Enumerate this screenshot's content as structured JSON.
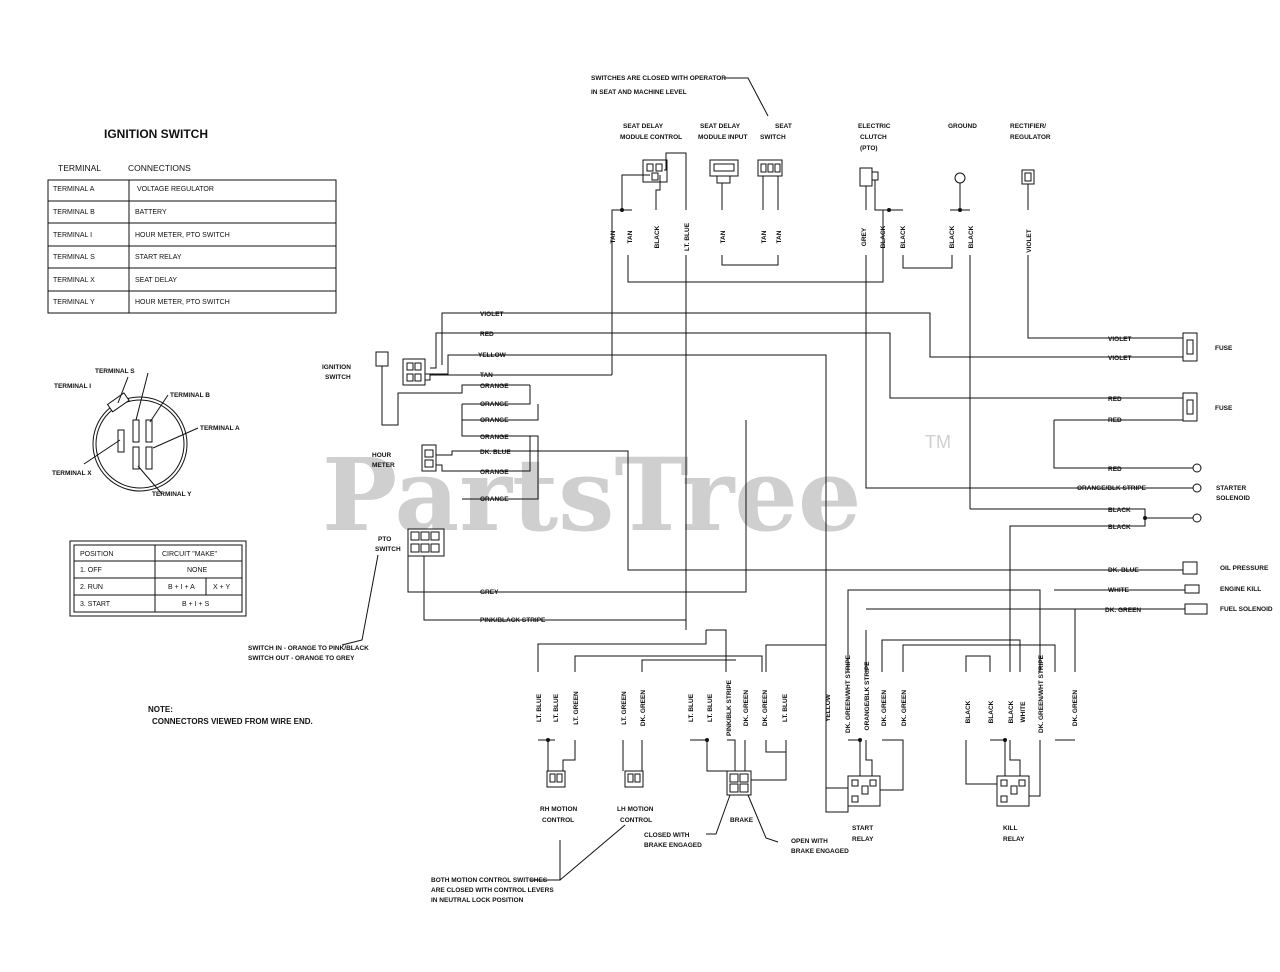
{
  "watermark": {
    "text": "PartsTree",
    "tm": "TM"
  },
  "ignition_table": {
    "title": "IGNITION SWITCH",
    "col_terminal": "TERMINAL",
    "col_connections": "CONNECTIONS",
    "rows": [
      {
        "terminal": "TERMINAL  A",
        "connection": "VOLTAGE REGULATOR"
      },
      {
        "terminal": "TERMINAL  B",
        "connection": "BATTERY"
      },
      {
        "terminal": "TERMINAL  I",
        "connection": "HOUR METER, PTO SWITCH"
      },
      {
        "terminal": "TERMINAL  S",
        "connection": "START RELAY"
      },
      {
        "terminal": "TERMINAL  X",
        "connection": "SEAT DELAY"
      },
      {
        "terminal": "TERMINAL  Y",
        "connection": "HOUR METER, PTO SWITCH"
      }
    ]
  },
  "switch_face": {
    "terminal_s": "TERMINAL S",
    "terminal_i": "TERMINAL I",
    "terminal_b": "TERMINAL B",
    "terminal_a": "TERMINAL A",
    "terminal_x": "TERMINAL X",
    "terminal_y": "TERMINAL Y"
  },
  "position_table": {
    "col_position": "POSITION",
    "col_circuit": "CIRCUIT \"MAKE\"",
    "rows": [
      {
        "position": "1. OFF",
        "make1": "NONE",
        "make2": ""
      },
      {
        "position": "2. RUN",
        "make1": "B + I + A",
        "make2": "X + Y"
      },
      {
        "position": "3. START",
        "make1": "B + I + S",
        "make2": ""
      }
    ]
  },
  "notes": {
    "pto_switch_in": "SWITCH IN - ORANGE TO PINK/BLACK",
    "pto_switch_out": "SWITCH OUT - ORANGE TO GREY",
    "note_title": "NOTE:",
    "note_body": "CONNECTORS VIEWED FROM WIRE END.",
    "operator_line1": "SWITCHES ARE CLOSED WITH OPERATOR",
    "operator_line2": "IN SEAT AND MACHINE LEVEL",
    "motion_line1": "BOTH MOTION CONTROL SWITCHES",
    "motion_line2": "ARE CLOSED WITH CONTROL LEVERS",
    "motion_line3": "IN NEUTRAL LOCK POSITION",
    "closed_brake1": "CLOSED WITH",
    "closed_brake2": "BRAKE ENGAGED",
    "open_brake1": "OPEN WITH",
    "open_brake2": "BRAKE ENGAGED"
  },
  "components": {
    "seat_delay_ctrl_1": "SEAT DELAY",
    "seat_delay_ctrl_2": "MODULE CONTROL",
    "seat_delay_in_1": "SEAT DELAY",
    "seat_delay_in_2": "MODULE INPUT",
    "seat_switch_1": "SEAT",
    "seat_switch_2": "SWITCH",
    "clutch_1": "ELECTRIC",
    "clutch_2": "CLUTCH",
    "clutch_3": "(PTO)",
    "ground": "GROUND",
    "rectifier_1": "RECTIFIER/",
    "rectifier_2": "REGULATOR",
    "ignition_1": "IGNITION",
    "ignition_2": "SWITCH",
    "hour_meter_1": "HOUR",
    "hour_meter_2": "METER",
    "pto_switch_1": "PTO",
    "pto_switch_2": "SWITCH",
    "fuse_1": "FUSE",
    "fuse_2": "FUSE",
    "starter_1": "STARTER",
    "starter_2": "SOLENOID",
    "oil": "OIL PRESSURE",
    "engine_kill": "ENGINE KILL",
    "fuel": "FUEL SOLENOID",
    "rh_1": "RH MOTION",
    "rh_2": "CONTROL",
    "lh_1": "LH MOTION",
    "lh_2": "CONTROL",
    "brake": "BRAKE",
    "start_relay_1": "START",
    "start_relay_2": "RELAY",
    "kill_relay_1": "KILL",
    "kill_relay_2": "RELAY"
  },
  "wire_labels": {
    "top": [
      "TAN",
      "TAN",
      "BLACK",
      "LT. BLUE",
      "TAN",
      "TAN",
      "TAN",
      "GREY",
      "BLACK",
      "BLACK",
      "BLACK",
      "BLACK",
      "VIOLET"
    ],
    "left_bus": [
      "VIOLET",
      "RED",
      "YELLOW",
      "TAN",
      "ORANGE",
      "ORANGE",
      "ORANGE",
      "ORANGE",
      "DK. BLUE",
      "ORANGE",
      "ORANGE",
      "GREY",
      "PINK/BLACK STRIPE"
    ],
    "right": [
      "VIOLET",
      "VIOLET",
      "RED",
      "RED",
      "RED",
      "ORANGE/BLK STRIPE",
      "BLACK",
      "BLACK",
      "DK. BLUE",
      "WHITE",
      "DK. GREEN"
    ],
    "bottom": [
      "LT. BLUE",
      "LT. BLUE",
      "LT. GREEN",
      "LT. GREEN",
      "DK. GREEN",
      "LT. BLUE",
      "LT. BLUE",
      "PINK/BLK STRIPE",
      "DK. GREEN",
      "DK. GREEN",
      "LT. BLUE",
      "YELLOW",
      "DK. GREEN/WHT STRIPE",
      "ORANGE/BLK STRIPE",
      "DK. GREEN",
      "DK. GREEN",
      "BLACK",
      "BLACK",
      "BLACK",
      "WHITE",
      "DK. GREEN/WHT STRIPE",
      "DK. GREEN"
    ]
  }
}
